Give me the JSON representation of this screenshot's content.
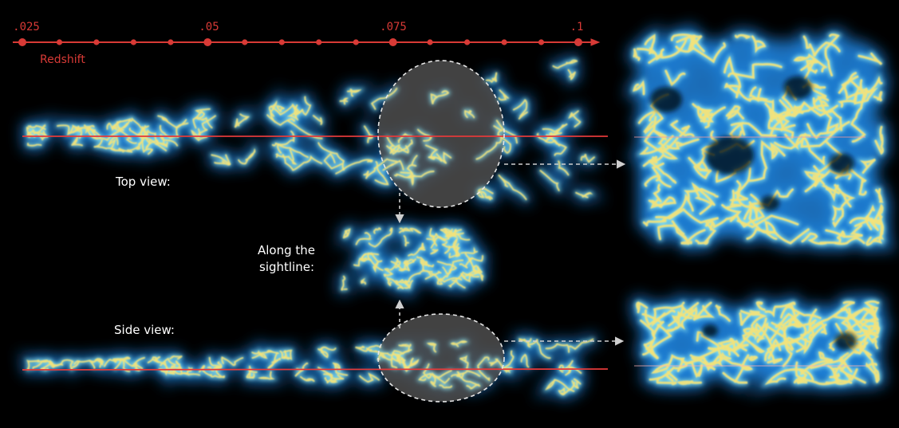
{
  "colors": {
    "axis": "#d83a36",
    "glow": "#1e7fd6",
    "filament_inner": "#f2e37a",
    "filament_mid": "#8fe6ef",
    "lens_fill": "#4d4d4d",
    "arrow": "#cfcfcf",
    "text": "#ffffff",
    "background": "#000000"
  },
  "axis": {
    "title": "Redshift",
    "ticks": [
      ".025",
      ".05",
      ".075",
      ".1"
    ]
  },
  "labels": {
    "top_view": "Top view:",
    "sightline_line1": "Along the",
    "sightline_line2": "sightline:",
    "side_view": "Side view:"
  },
  "icons": {
    "callout_arrows": "dashed-arrow-icon",
    "zoom_lenses": "circle-lens-icon"
  }
}
